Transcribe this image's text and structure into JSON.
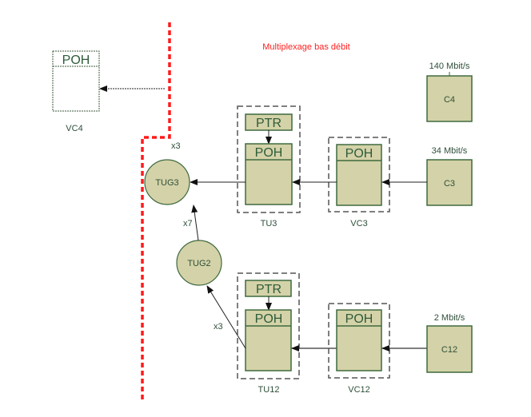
{
  "title": "Multiplexage bas débit",
  "colors": {
    "title": "#ff2020",
    "box_fill": "#d4d2a8",
    "box_stroke": "#3f6a3f",
    "boundary": "#ff1a1a"
  },
  "vc4": {
    "header": "POH",
    "label": "VC4"
  },
  "containers": {
    "c4": {
      "label": "C4",
      "rate": "140 Mbit/s"
    },
    "c3": {
      "label": "C3",
      "rate": "34 Mbit/s"
    },
    "c12": {
      "label": "C12",
      "rate": "2 Mbit/s"
    }
  },
  "tu3": {
    "ptr": "PTR",
    "poh": "POH",
    "label": "TU3"
  },
  "vc3": {
    "poh": "POH",
    "label": "VC3"
  },
  "tu12": {
    "ptr": "PTR",
    "poh": "POH",
    "label": "TU12"
  },
  "vc12": {
    "poh": "POH",
    "label": "VC12"
  },
  "tug3": {
    "label": "TUG3"
  },
  "tug2": {
    "label": "TUG2"
  },
  "multipliers": {
    "tug3_to_vc4": "x3",
    "tug2_to_tug3": "x7",
    "tu12_to_tug2": "x3"
  }
}
